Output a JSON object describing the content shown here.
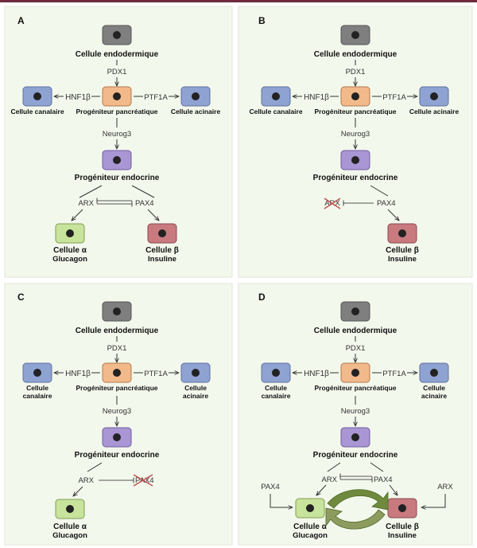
{
  "colors": {
    "panel_bg": "#f3f8ec",
    "gray": "#7f7f7f",
    "orange": "#f2b98a",
    "blue": "#8fa3d2",
    "purple": "#a996d4",
    "green": "#c8e49c",
    "red": "#c97a7f",
    "glucagon": "#6e7f3a",
    "insulin": "#8b2a3a",
    "arx": "#9aa37b",
    "pax4": "#8b2a3a",
    "cross": "#c0504d",
    "arrow_green": "#6f8a3c"
  },
  "panels": {
    "A": {
      "letter": "A",
      "endo": "Cellule endodermique",
      "pdx1": "PDX1",
      "hnf1b": "HNF1β",
      "ptf1a": "PTF1A",
      "duct": "Cellule canalaire",
      "panc": "Progéniteur pancréatique",
      "acinar": "Cellule acinaire",
      "neurog3": "Neurog3",
      "endoprog": "Progéniteur endocrine",
      "arx": "ARX",
      "pax4": "PAX4",
      "alpha": "Cellule α",
      "glucagon": "Glucagon",
      "beta": "Cellule β",
      "insulin": "Insuline"
    },
    "B": {
      "letter": "B",
      "endo": "Cellule endodermique",
      "pdx1": "PDX1",
      "hnf1b": "HNF1β",
      "ptf1a": "PTF1A",
      "duct": "Cellule canalaire",
      "panc": "Progéniteur pancréatique",
      "acinar": "Cellule acinaire",
      "neurog3": "Neurog3",
      "endoprog": "Progéniteur endocrine",
      "arx": "ARX",
      "pax4": "PAX4",
      "beta": "Cellule β",
      "insulin": "Insuline"
    },
    "C": {
      "letter": "C",
      "endo": "Cellule endodermique",
      "pdx1": "PDX1",
      "hnf1b": "HNF1β",
      "ptf1a": "PTF1A",
      "duct1": "Cellule",
      "duct2": "canalaire",
      "panc": "Progéniteur pancréatique",
      "acinar1": "Cellule",
      "acinar2": "acinaire",
      "neurog3": "Neurog3",
      "endoprog": "Progéniteur endocrine",
      "arx": "ARX",
      "pax4": "PAX4",
      "alpha": "Cellule α",
      "glucagon": "Glucagon"
    },
    "D": {
      "letter": "D",
      "endo": "Cellule endodermique",
      "pdx1": "PDX1",
      "hnf1b": "HNF1β",
      "ptf1a": "PTF1A",
      "duct1": "Cellule",
      "duct2": "canalaire",
      "panc": "Progéniteur pancréatique",
      "acinar1": "Cellule",
      "acinar2": "acinaire",
      "neurog3": "Neurog3",
      "endoprog": "Progéniteur endocrine",
      "arx": "ARX",
      "pax4": "PAX4",
      "pax4_side": "PAX4",
      "arx_side": "ARX",
      "alpha": "Cellule α",
      "glucagon": "Glucagon",
      "beta": "Cellule β",
      "insulin": "Insuline"
    }
  }
}
